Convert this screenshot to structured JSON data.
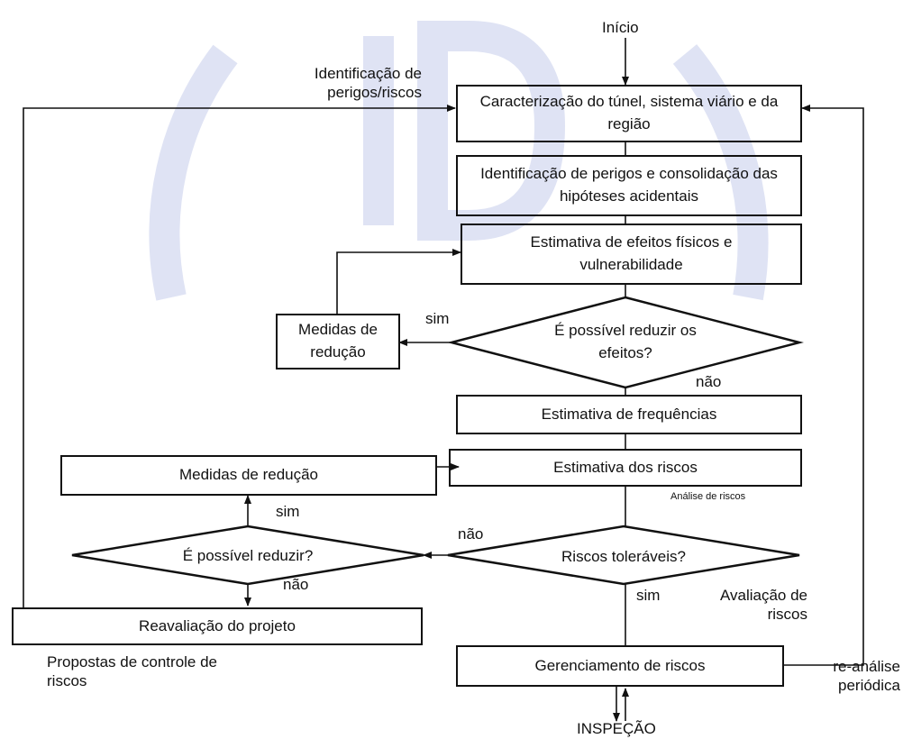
{
  "boxes": {
    "caracterizacao": "Caracterização do túnel, sistema viário e da região",
    "identificacao": "Identificação de perigos e consolidação das hipóteses acidentais",
    "estimativa_efeitos": "Estimativa de efeitos físicos e vulnerabilidade",
    "medidas_reducao_1": "Medidas de redução",
    "estimativa_frequencias": "Estimativa de frequências",
    "estimativa_riscos": "Estimativa dos riscos",
    "medidas_reducao_2": "Medidas de redução",
    "reavaliacao": "Reavaliação do projeto",
    "gerenciamento": "Gerenciamento de riscos"
  },
  "decisions": {
    "reduzir_efeitos": "É possível reduzir os efeitos?",
    "riscos_toleraveis": "Riscos toleráveis?",
    "reduzir": "É possível reduzir?"
  },
  "labels": {
    "inicio": "Início",
    "identificacao_perigos": "Identificação de perigos/riscos",
    "sim_1": "sim",
    "nao_1": "não",
    "analise_riscos": "Análise de riscos",
    "nao_2": "não",
    "sim_2": "sim",
    "avaliacao_riscos": "Avaliação de riscos",
    "sim_3": "sim",
    "nao_3": "não",
    "propostas_controle": "Propostas de controle de riscos",
    "reanalise": "re-análise periódica",
    "inspecao": "INSPEÇÃO"
  },
  "colors": {
    "line": "#111111",
    "watermark": "#dfe3f4"
  }
}
